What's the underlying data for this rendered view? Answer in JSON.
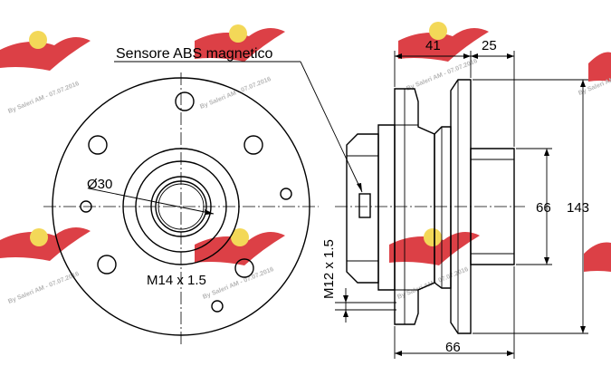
{
  "labels": {
    "sensor": "Sensore ABS magnetico",
    "bore": "Ø30",
    "bolt": "M14 x 1.5",
    "thread": "M12 x 1.5",
    "dim_41": "41",
    "dim_25": "25",
    "dim_66_height": "66",
    "dim_143": "143",
    "dim_66_bottom": "66"
  },
  "watermark": {
    "text": "By Saleri AM - 07.07.2016",
    "logo_color": "#d61f26",
    "badge_color": "#f2d23c"
  }
}
